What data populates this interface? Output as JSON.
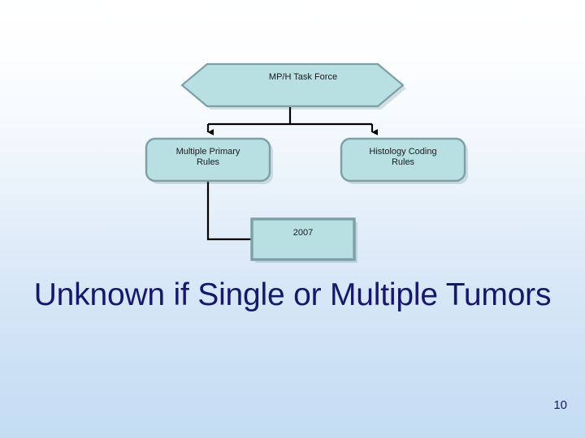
{
  "slide": {
    "page_number": "10",
    "headline": "Unknown if Single or Multiple Tumors",
    "background_top_color": "#ffffff",
    "background_bottom_color": "#c5ddf3",
    "headline_color": "#17176b"
  },
  "diagram": {
    "node_fill_color": "#b8dfe2",
    "node_border_color": "#7f9fa6",
    "connector_color": "#000000",
    "nodes": [
      {
        "id": "task-force",
        "shape": "hexagon",
        "label": "MP/H Task Force"
      },
      {
        "id": "multiple-primary-rules",
        "shape": "rounded-rectangle",
        "label": "Multiple Primary\nRules"
      },
      {
        "id": "histology-coding-rules",
        "shape": "rounded-rectangle",
        "label": "Histology Coding\nRules"
      },
      {
        "id": "year",
        "shape": "rectangle",
        "label": "2007"
      }
    ],
    "connectors": [
      {
        "id": "task-force-to-multiple-primary-rules",
        "arrow": true
      },
      {
        "id": "task-force-to-histology-coding-rules",
        "arrow": true
      },
      {
        "id": "multiple-primary-rules-to-year",
        "arrow": false
      }
    ]
  }
}
